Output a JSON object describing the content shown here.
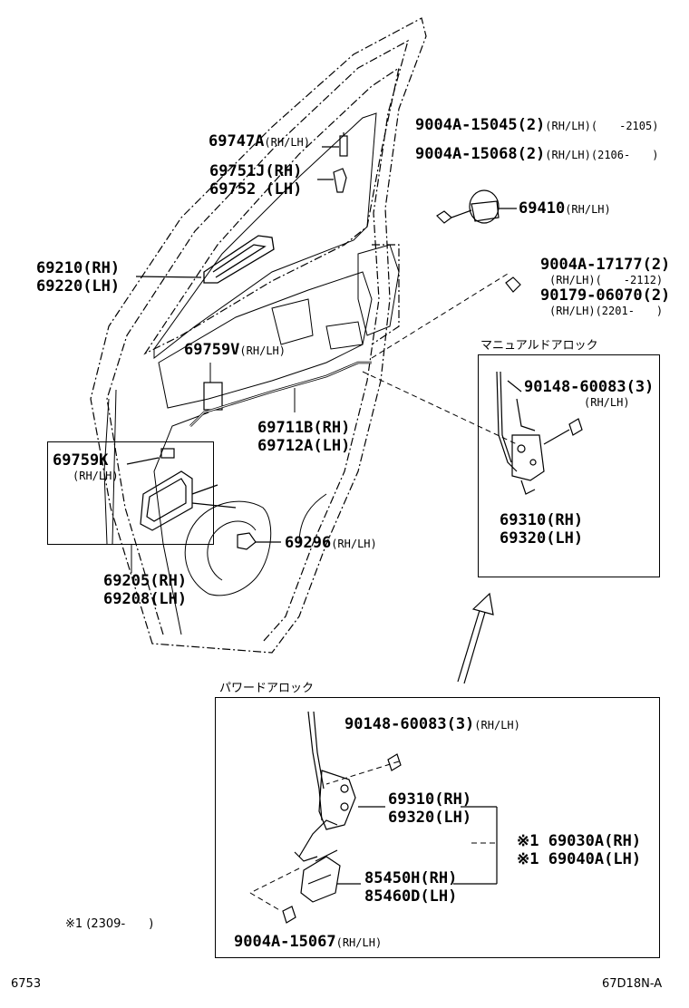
{
  "diagram": {
    "code_bottom_left": "6753",
    "code_bottom_right": "67D18N-A",
    "note_left": "※1 (2309-　　)",
    "box_manual": {
      "title": "マニュアルドアロック"
    },
    "box_power": {
      "title": "パワードアロック"
    },
    "labels": {
      "p69747A": {
        "num": "69747A",
        "sfx": "(RH/LH)"
      },
      "p69751J": {
        "num": "69751J",
        "sfx": "(RH)"
      },
      "p69752": {
        "num": "69752",
        "sfx": "(LH)"
      },
      "p9004A15045": {
        "num": "9004A-15045(2)",
        "sfx": "(RH/LH)(　　-2105)"
      },
      "p9004A15068": {
        "num": "9004A-15068(2)",
        "sfx": "(RH/LH)(2106-　　)"
      },
      "p69410": {
        "num": "69410",
        "sfx": "(RH/LH)"
      },
      "p69210": {
        "num": "69210",
        "sfx": "(RH)"
      },
      "p69220": {
        "num": "69220",
        "sfx": "(LH)"
      },
      "p9004A17177": {
        "num": "9004A-17177(2)",
        "sfx": ""
      },
      "p9004A17177_sub": "(RH/LH)(　　-2112)",
      "p90179": {
        "num": "90179-06070(2)",
        "sfx": ""
      },
      "p90179_sub": "(RH/LH)(2201-　　)",
      "p69759V": {
        "num": "69759V",
        "sfx": "(RH/LH)"
      },
      "p69711B": {
        "num": "69711B",
        "sfx": "(RH)"
      },
      "p69712A": {
        "num": "69712A",
        "sfx": "(LH)"
      },
      "p69759K": {
        "num": "69759K",
        "sfx": ""
      },
      "p69759K_sub": "(RH/LH)",
      "p69296": {
        "num": "69296",
        "sfx": "(RH/LH)"
      },
      "p69205": {
        "num": "69205",
        "sfx": "(RH)"
      },
      "p69208": {
        "num": "69208",
        "sfx": "(LH)"
      },
      "m90148": {
        "num": "90148-60083(3)",
        "sfx": ""
      },
      "m90148_sub": "(RH/LH)",
      "m69310": {
        "num": "69310",
        "sfx": "(RH)"
      },
      "m69320": {
        "num": "69320",
        "sfx": "(LH)"
      },
      "pw90148": {
        "num": "90148-60083(3)",
        "sfx": "(RH/LH)"
      },
      "pw69310": {
        "num": "69310",
        "sfx": "(RH)"
      },
      "pw69320": {
        "num": "69320",
        "sfx": "(LH)"
      },
      "pw85450H": {
        "num": "85450H",
        "sfx": "(RH)"
      },
      "pw85460D": {
        "num": "85460D",
        "sfx": "(LH)"
      },
      "pw69030A": {
        "num": "※1 69030A",
        "sfx": "(RH)"
      },
      "pw69040A": {
        "num": "※1 69040A",
        "sfx": "(LH)"
      },
      "pw9004A15067": {
        "num": "9004A-15067",
        "sfx": "(RH/LH)"
      }
    }
  }
}
